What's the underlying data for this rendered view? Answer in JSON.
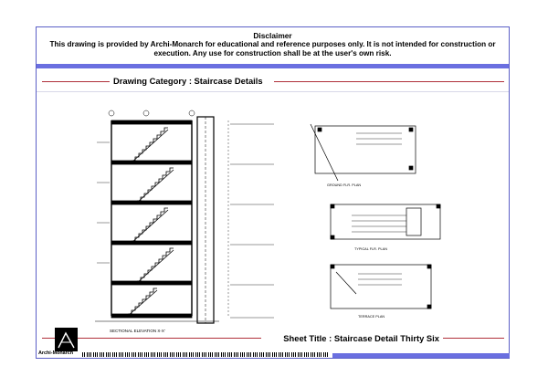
{
  "disclaimer": {
    "title": "Disclaimer",
    "text": "This drawing is provided by Archi-Monarch for educational and reference purposes only. It is not intended for construction or execution. Any use for construction shall be at the user's own risk."
  },
  "category": {
    "label": "Drawing Category : Staircase Details"
  },
  "sheet": {
    "title": "Sheet Title : Staircase Detail Thirty Six"
  },
  "brand": {
    "name": "Archi-Monarch"
  },
  "drawing": {
    "elevation_caption": "SECTIONAL ELEVATION X-X'",
    "plan_ground": "GROUND FLR. PLAN",
    "plan_typical": "TYPICAL FLR. PLAN",
    "plan_terrace": "TERRACE PLAN"
  },
  "colors": {
    "accent_blue": "#6a6fe0",
    "rule_red": "#b0303a",
    "border": "#5b5fc7"
  }
}
